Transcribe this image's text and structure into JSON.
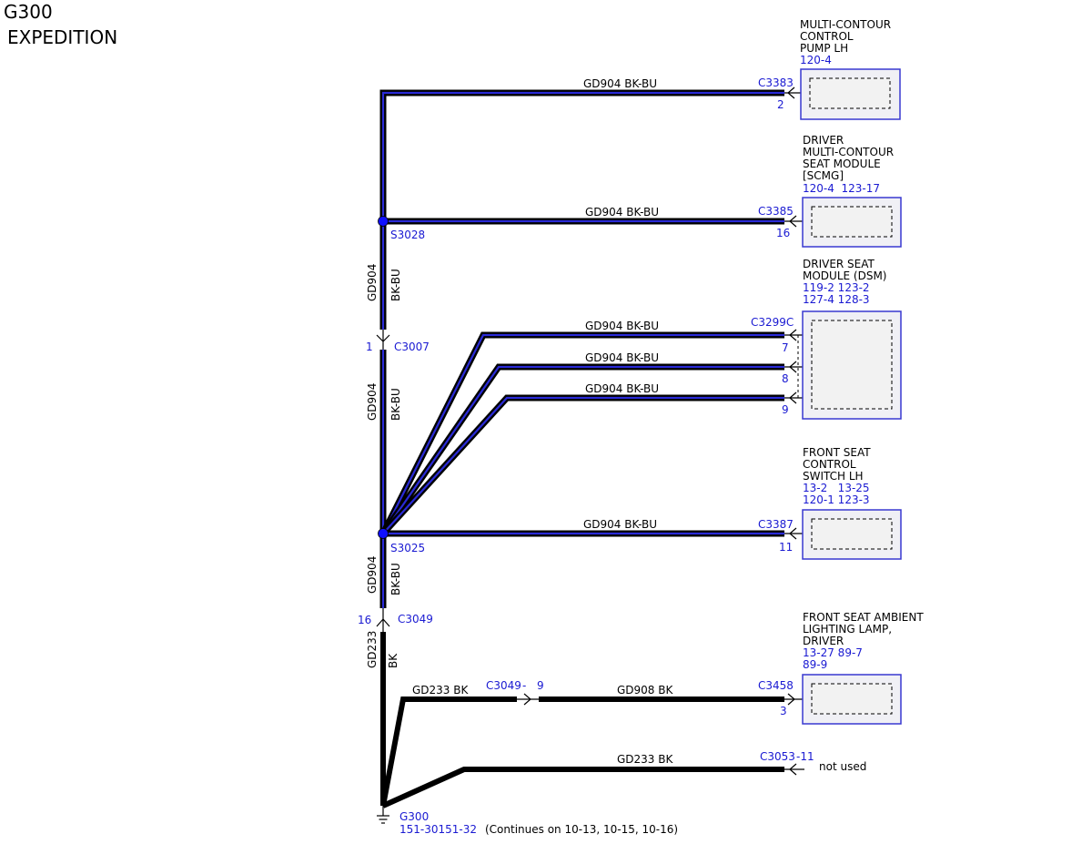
{
  "header": {
    "ground": "G300",
    "model": "EXPEDITION"
  },
  "components": {
    "pump": {
      "lines": [
        "MULTI-CONTOUR",
        "CONTROL",
        "PUMP LH"
      ],
      "refs": [
        "120-4"
      ]
    },
    "scmg": {
      "lines": [
        "DRIVER",
        "MULTI-CONTOUR",
        "SEAT MODULE",
        "[SCMG]"
      ],
      "refs": [
        "120-4  123-17"
      ]
    },
    "dsm": {
      "lines": [
        "DRIVER SEAT",
        "MODULE (DSM)"
      ],
      "refs": [
        "119-2 123-2",
        "127-4 128-3"
      ]
    },
    "switch": {
      "lines": [
        "FRONT SEAT",
        "CONTROL",
        "SWITCH LH"
      ],
      "refs": [
        "13-2   13-25",
        "120-1 123-3"
      ]
    },
    "lamp": {
      "lines": [
        "FRONT SEAT AMBIENT",
        "LIGHTING LAMP,",
        "DRIVER"
      ],
      "refs": [
        "13-27 89-7",
        "89-9"
      ]
    }
  },
  "connectors": {
    "c3383": {
      "name": "C3383",
      "pin": "2"
    },
    "c3385": {
      "name": "C3385",
      "pin": "16"
    },
    "c3299c": {
      "name": "C3299C",
      "pins": [
        "7",
        "8",
        "9"
      ]
    },
    "c3387": {
      "name": "C3387",
      "pin": "11"
    },
    "c3458": {
      "name": "C3458",
      "pin": "3"
    },
    "c3007": {
      "name": "C3007",
      "pin": "1"
    },
    "c3049": {
      "name": "C3049",
      "pin": "16"
    },
    "c3049_inline": {
      "name": "C3049",
      "dash": "-",
      "pin": "9"
    },
    "c3053": {
      "name": "C3053",
      "pin": "-11",
      "note": "not used"
    }
  },
  "splices": {
    "s3028": "S3028",
    "s3025": "S3025"
  },
  "wires": {
    "gd904": "GD904",
    "bkbu": "BK-BU",
    "gd233": "GD233",
    "bk": "BK",
    "gd908": "GD908",
    "h1": "GD904  BK-BU",
    "h_gd233": "GD233  BK",
    "h_gd908": "GD908  BK"
  },
  "ground": {
    "name": "G300",
    "ref": "151-30151-32",
    "note": "(Continues on 10-13, 10-15, 10-16)"
  },
  "colors": {
    "wire_blue": "#2a2ad6",
    "label_blue": "#1a1ad2",
    "splice": "#1010ff"
  }
}
